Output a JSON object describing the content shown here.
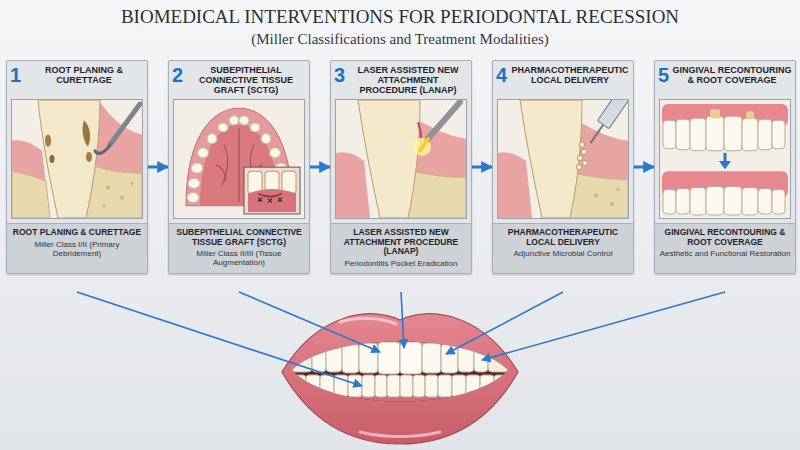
{
  "diagram": {
    "title": "BIOMEDICAL INTERVENTIONS FOR PERIODONTAL RECESSION",
    "nodes": [
      {
        "text": [
          "1",
          "ROOT PLANING & CURETTAGE"
        ]
      },
      {
        "text": [
          "ROOT PLANING & CURETTAGE",
          "Miller Class I/II (Primary Debridement)"
        ],
        "in": 0
      },
      {
        "text": [
          "2",
          "SUBEPITHELIAL CONNECTIVE TISSUE GRAFT (SCTG)"
        ]
      },
      {
        "text": [
          "SUBEPITHELIAL CONNECTIVE TISSUE GRAFT (SCTG)",
          "Miller Class II/III (Tissue Augmentation)"
        ],
        "in": 2
      },
      {
        "text": [
          "3",
          "LASER ASSISTED NEW ATTACHMENT PROCEDURE (LANAP)"
        ]
      },
      {
        "text": [
          "LASER ASSISTED NEW ATTACHMENT PROCEDURE (LANAP)",
          "Periodontitis Pocket Eradication"
        ],
        "in": 4
      },
      {
        "text": [
          "4",
          "PHARMACOTHERAPEUTIC LOCAL DELIVERY"
        ]
      },
      {
        "text": [
          "PHARMACOTHERAPEUTIC LOCAL DELIVERY",
          "Adjunctive Microbial Control"
        ],
        "in": 6
      },
      {
        "text": [
          "5",
          "GINGIVAL RECONTOURING & ROOT COVERAGE"
        ]
      },
      {
        "text": [
          "GINGIVAL RECONTOURING & ROOT COVERAGE",
          "Aesthetic and Functional Restoration"
        ],
        "in": 8
      }
    ],
    "edges": [
      {
        "from": 0,
        "to": 2,
        "arrow": "to"
      },
      {
        "from": 2,
        "to": 4,
        "arrow": "to"
      },
      {
        "from": 4,
        "to": 6,
        "arrow": "to"
      },
      {
        "from": 6,
        "to": 8,
        "arrow": "to"
      }
    ],
    "labels": [
      "(Miller Classifications and Treatment Modalities)"
    ]
  }
}
